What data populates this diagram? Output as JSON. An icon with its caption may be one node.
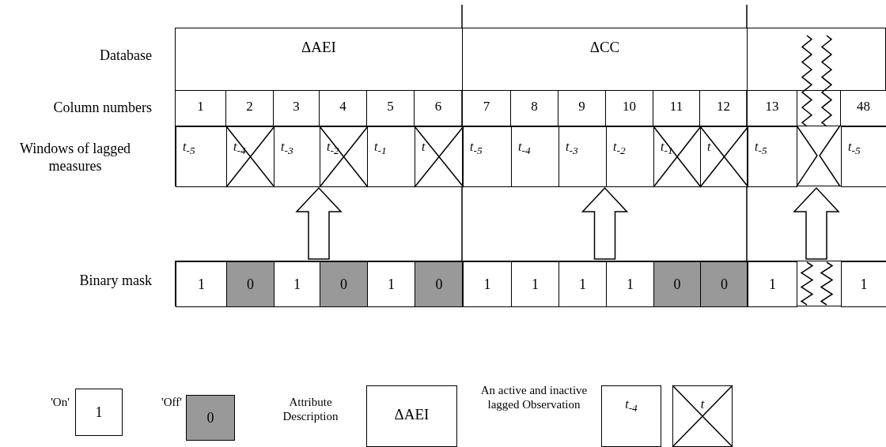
{
  "diagram": {
    "nodes": [
      {
        "text": [
          "ΔAEI"
        ]
      },
      {
        "text": [
          "ΔCC"
        ]
      },
      {
        "text": [],
        "shape": "box"
      },
      {
        "text": [],
        "shape": "box"
      },
      {
        "text": [
          "t$_{-5}$"
        ],
        "in": 3
      },
      {
        "text": [
          "t$_{-4}$"
        ],
        "in": 3
      },
      {
        "text": [
          "t$_{-3}$"
        ],
        "in": 3
      },
      {
        "text": [
          "t$_{-2}$"
        ],
        "in": 3
      },
      {
        "text": [
          "t$_{-1}$"
        ],
        "in": 3
      },
      {
        "text": [
          "t"
        ],
        "in": 3
      },
      {
        "text": [],
        "shape": "box"
      },
      {
        "text": [
          "t$_{-5}$"
        ],
        "in": 10
      },
      {
        "text": [
          "t$_{-4}$"
        ],
        "in": 10
      },
      {
        "text": [
          "t$_{-3}$"
        ],
        "in": 10
      },
      {
        "text": [
          "t$_{-2}$"
        ],
        "in": 10
      },
      {
        "text": [
          "t$_{-1}$"
        ],
        "in": 10
      },
      {
        "text": [
          "t"
        ],
        "in": 10
      },
      {
        "text": [],
        "shape": "box"
      },
      {
        "text": [
          "t$_{-5}$"
        ],
        "in": 17
      },
      {
        "text": [
          "t$_{-5}$"
        ],
        "in": 17
      },
      {
        "text": [],
        "shape": "box"
      },
      {
        "text": [
          "1"
        ],
        "in": 20
      },
      {
        "text": [
          "0"
        ],
        "in": 20
      },
      {
        "text": [
          "1"
        ],
        "in": 20
      },
      {
        "text": [
          "0"
        ],
        "in": 20
      },
      {
        "text": [
          "1"
        ],
        "in": 20
      },
      {
        "text": [
          "0"
        ],
        "in": 20
      },
      {
        "text": [],
        "shape": "box"
      },
      {
        "text": [
          "1"
        ],
        "in": 27
      },
      {
        "text": [
          "1"
        ],
        "in": 27
      },
      {
        "text": [
          "1"
        ],
        "in": 27
      },
      {
        "text": [
          "1"
        ],
        "in": 27
      },
      {
        "text": [
          "0"
        ],
        "in": 27
      },
      {
        "text": [
          "0"
        ],
        "in": 27
      },
      {
        "text": [],
        "shape": "box"
      },
      {
        "text": [
          "1"
        ],
        "in": 34
      },
      {
        "text": [
          "1"
        ],
        "in": 34
      },
      {
        "text": [
          "1"
        ],
        "beside": [
          "'On'"
        ]
      },
      {
        "text": [
          "0"
        ],
        "beside": [
          "'Off'"
        ]
      },
      {
        "text": [
          "ΔAEI"
        ],
        "beside": [
          "Attribute Description"
        ]
      },
      {
        "text": [
          "t$_{-4}$"
        ],
        "beside": [
          "An active and inactive lagged Observation"
        ]
      },
      {
        "text": [
          "t"
        ]
      }
    ],
    "edges": [
      {
        "from": 20,
        "to": 3,
        "arrow": "to"
      },
      {
        "from": 27,
        "to": 10,
        "arrow": "to"
      },
      {
        "from": 34,
        "to": 17,
        "arrow": "to"
      }
    ],
    "labels": [
      "Database",
      "Column numbers",
      "1",
      "2",
      "3",
      "4",
      "5",
      "6",
      "7",
      "8",
      "9",
      "10",
      "11",
      "12",
      "13",
      "48",
      "Windows of lagged measures",
      "Binary mask"
    ]
  }
}
